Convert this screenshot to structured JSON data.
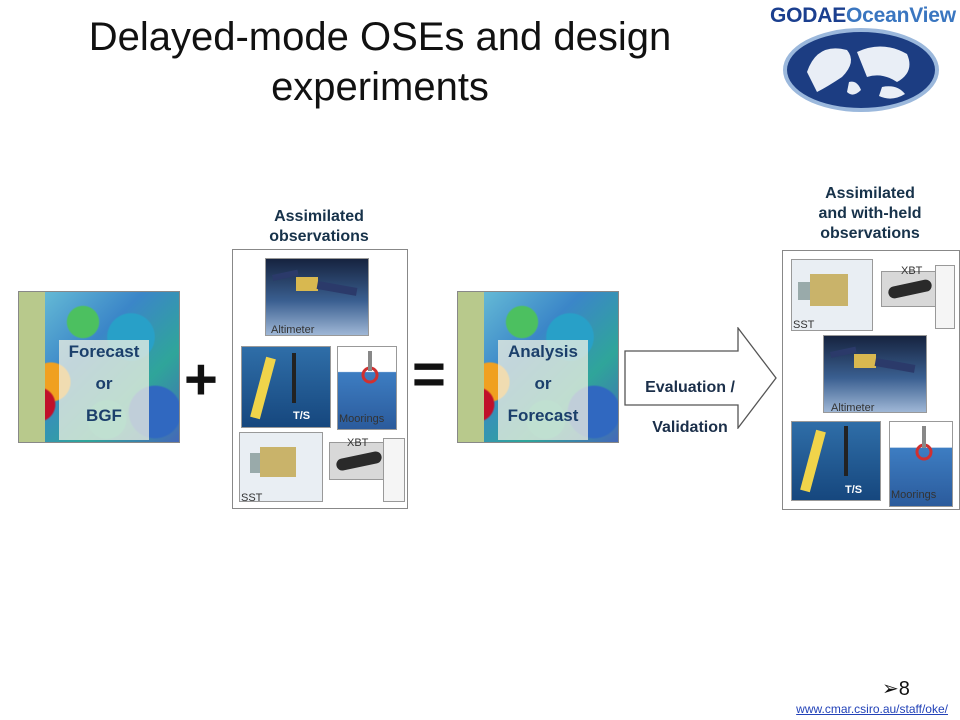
{
  "title": "Delayed-mode OSEs and design\nexperiments",
  "logo": {
    "part1": "GODAE",
    "part2": "OceanView"
  },
  "left_map": {
    "line1": "Forecast",
    "line2": "or",
    "line3": "BGF"
  },
  "plus": "+",
  "equals": "=",
  "assimilated": {
    "heading": "Assimilated\nobservations",
    "labels": {
      "altimeter": "Altimeter",
      "ts": "T/S",
      "moorings": "Moorings",
      "xbt": "XBT",
      "sst": "SST"
    }
  },
  "right_map": {
    "line1": "Analysis",
    "line2": "or",
    "line3": "Forecast"
  },
  "evaluation": {
    "line1": "Evaluation /",
    "line2": "Validation"
  },
  "withheld": {
    "heading": "Assimilated\nand with-held\nobservations",
    "labels": {
      "xbt": "XBT",
      "sst": "SST",
      "altimeter": "Altimeter",
      "ts": "T/S",
      "moorings": "Moorings"
    }
  },
  "page_number": "8",
  "footer_url": "www.cmar.csiro.au/staff/oke/"
}
